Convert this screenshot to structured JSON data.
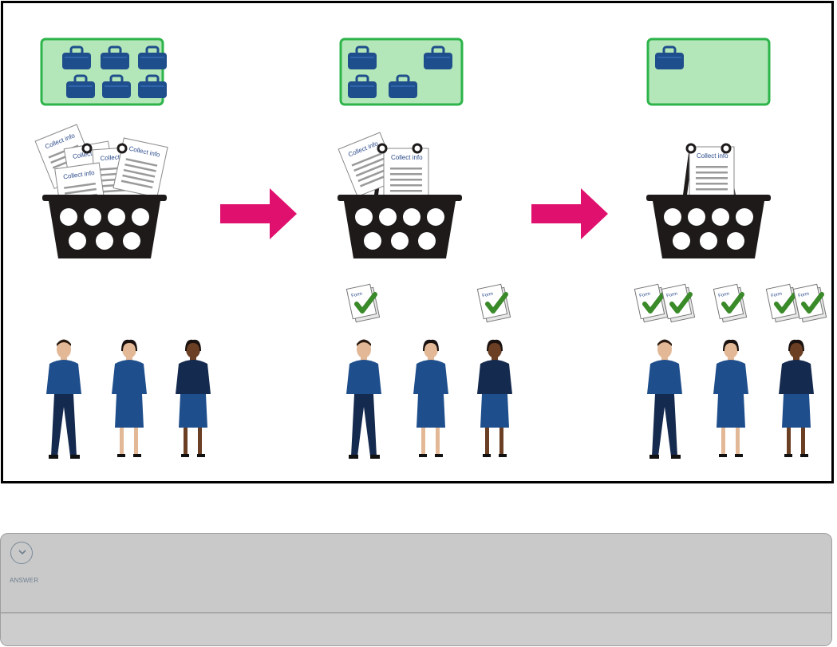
{
  "colors": {
    "suitcase": "#1f4e8c",
    "box_fill": "#b3e6b8",
    "box_border": "#2db44a",
    "arrow": "#e0106e",
    "basket": "#1e1a1a",
    "check": "#3a8a2a",
    "panel": "#c9c9c9"
  },
  "stages": [
    {
      "suitcases": 6,
      "papers": 5,
      "forms": [
        0,
        0,
        0
      ]
    },
    {
      "suitcases": 4,
      "papers": 2,
      "forms": [
        1,
        0,
        1
      ]
    },
    {
      "suitcases": 1,
      "papers": 1,
      "forms": [
        2,
        1,
        2
      ]
    }
  ],
  "paper_label": "Collect info",
  "form_label": "Form",
  "arrows": 2,
  "answer": {
    "label": "ANSWER",
    "icon": "chevron-down-icon"
  }
}
